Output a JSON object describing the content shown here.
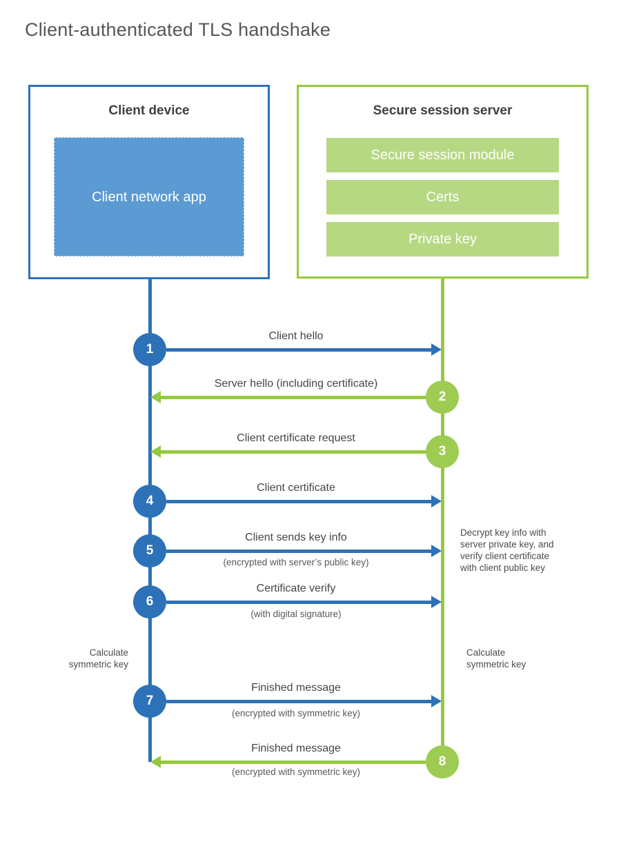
{
  "title": "Client-authenticated TLS handshake",
  "colors": {
    "blue_border": "#2d71b8",
    "blue_fill": "#5b9ad3",
    "green_border": "#95c93f",
    "green_circle": "#9ecc52",
    "green_bar": "#b6d883",
    "title_text": "#55565b",
    "label_text": "#454549"
  },
  "client": {
    "heading": "Client device",
    "app_label": "Client network app"
  },
  "server": {
    "heading": "Secure session server",
    "modules": [
      "Secure session module",
      "Certs",
      "Private key"
    ]
  },
  "steps": [
    {
      "num": "1",
      "actor": "client",
      "direction": "right",
      "label": "Client hello",
      "sub": ""
    },
    {
      "num": "2",
      "actor": "server",
      "direction": "left",
      "label": "Server hello (including certificate)",
      "sub": ""
    },
    {
      "num": "3",
      "actor": "server",
      "direction": "left",
      "label": "Client certificate request",
      "sub": ""
    },
    {
      "num": "4",
      "actor": "client",
      "direction": "right",
      "label": "Client certificate",
      "sub": ""
    },
    {
      "num": "5",
      "actor": "client",
      "direction": "right",
      "label": "Client sends key info",
      "sub": "(encrypted with server’s public key)"
    },
    {
      "num": "6",
      "actor": "client",
      "direction": "right",
      "label": "Certificate verify",
      "sub": "(with digital signature)"
    },
    {
      "num": "7",
      "actor": "client",
      "direction": "right",
      "label": "Finished message",
      "sub": "(encrypted with symmetric key)"
    },
    {
      "num": "8",
      "actor": "server",
      "direction": "left",
      "label": "Finished message",
      "sub": "(encrypted with symmetric key)"
    }
  ],
  "annotations": {
    "decrypt": [
      "Decrypt key info with",
      "server private key, and",
      "verify client certificate",
      "with client public key"
    ],
    "calc_left": [
      "Calculate",
      "symmetric key"
    ],
    "calc_right": [
      "Calculate",
      "symmetric key"
    ]
  }
}
